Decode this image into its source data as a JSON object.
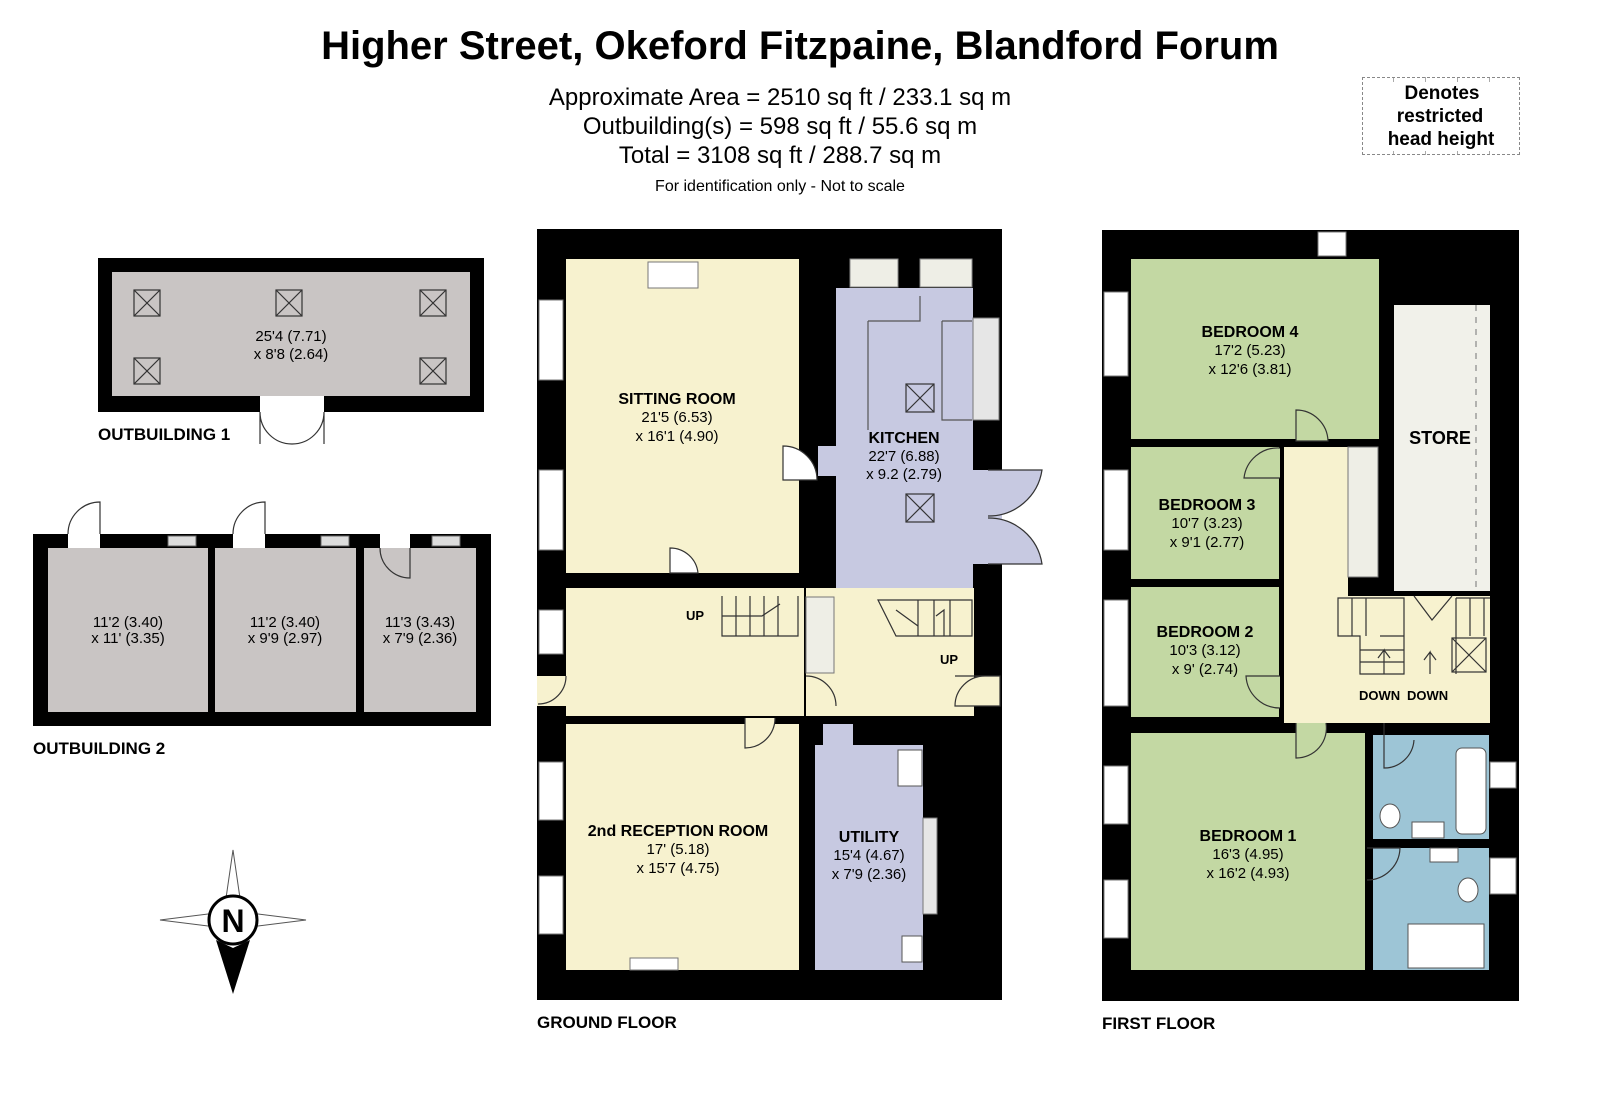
{
  "title": "Higher Street, Okeford Fitzpaine, Blandford Forum",
  "areas": {
    "approximate": "Approximate Area = 2510 sq ft / 233.1 sq m",
    "outbuildings": "Outbuilding(s) = 598 sq ft / 55.6 sq m",
    "total": "Total = 3108 sq ft / 288.7 sq m"
  },
  "note": "For identification only - Not to scale",
  "legend": {
    "line1": "Denotes restricted",
    "line2": "head height"
  },
  "floors": {
    "outbuilding1": "OUTBUILDING 1",
    "outbuilding2": "OUTBUILDING 2",
    "ground": "GROUND FLOOR",
    "first": "FIRST FLOOR"
  },
  "colors": {
    "wall": "#000000",
    "outbuilding": "#c9c5c4",
    "living": "#f7f2cf",
    "kitchen": "#c7c9e1",
    "bedroom": "#c3d8a3",
    "bathroom": "#9dc5d6",
    "store": "#f1f1ea"
  },
  "rooms": {
    "ob1": {
      "dim1": "25'4 (7.71)",
      "dim2": "x 8'8 (2.64)"
    },
    "ob2a": {
      "dim1": "11'2 (3.40)",
      "dim2": "x 11' (3.35)"
    },
    "ob2b": {
      "dim1": "11'2 (3.40)",
      "dim2": "x 9'9 (2.97)"
    },
    "ob2c": {
      "dim1": "11'3 (3.43)",
      "dim2": "x 7'9 (2.36)"
    },
    "sitting": {
      "name": "SITTING ROOM",
      "dim1": "21'5 (6.53)",
      "dim2": "x 16'1 (4.90)"
    },
    "kitchen": {
      "name": "KITCHEN",
      "dim1": "22'7 (6.88)",
      "dim2": "x 9.2 (2.79)"
    },
    "reception": {
      "name": "2nd RECEPTION ROOM",
      "dim1": "17' (5.18)",
      "dim2": "x 15'7 (4.75)"
    },
    "utility": {
      "name": "UTILITY",
      "dim1": "15'4 (4.67)",
      "dim2": "x 7'9 (2.36)"
    },
    "bed4": {
      "name": "BEDROOM 4",
      "dim1": "17'2 (5.23)",
      "dim2": "x 12'6 (3.81)"
    },
    "bed3": {
      "name": "BEDROOM 3",
      "dim1": "10'7 (3.23)",
      "dim2": "x 9'1 (2.77)"
    },
    "bed2": {
      "name": "BEDROOM 2",
      "dim1": "10'3 (3.12)",
      "dim2": "x 9' (2.74)"
    },
    "bed1": {
      "name": "BEDROOM 1",
      "dim1": "16'3 (4.95)",
      "dim2": "x 16'2 (4.93)"
    },
    "store": {
      "name": "STORE"
    }
  },
  "stairs": {
    "up1": "UP",
    "up2": "UP",
    "down1": "DOWN",
    "down2": "DOWN"
  },
  "compass": {
    "letter": "N"
  }
}
